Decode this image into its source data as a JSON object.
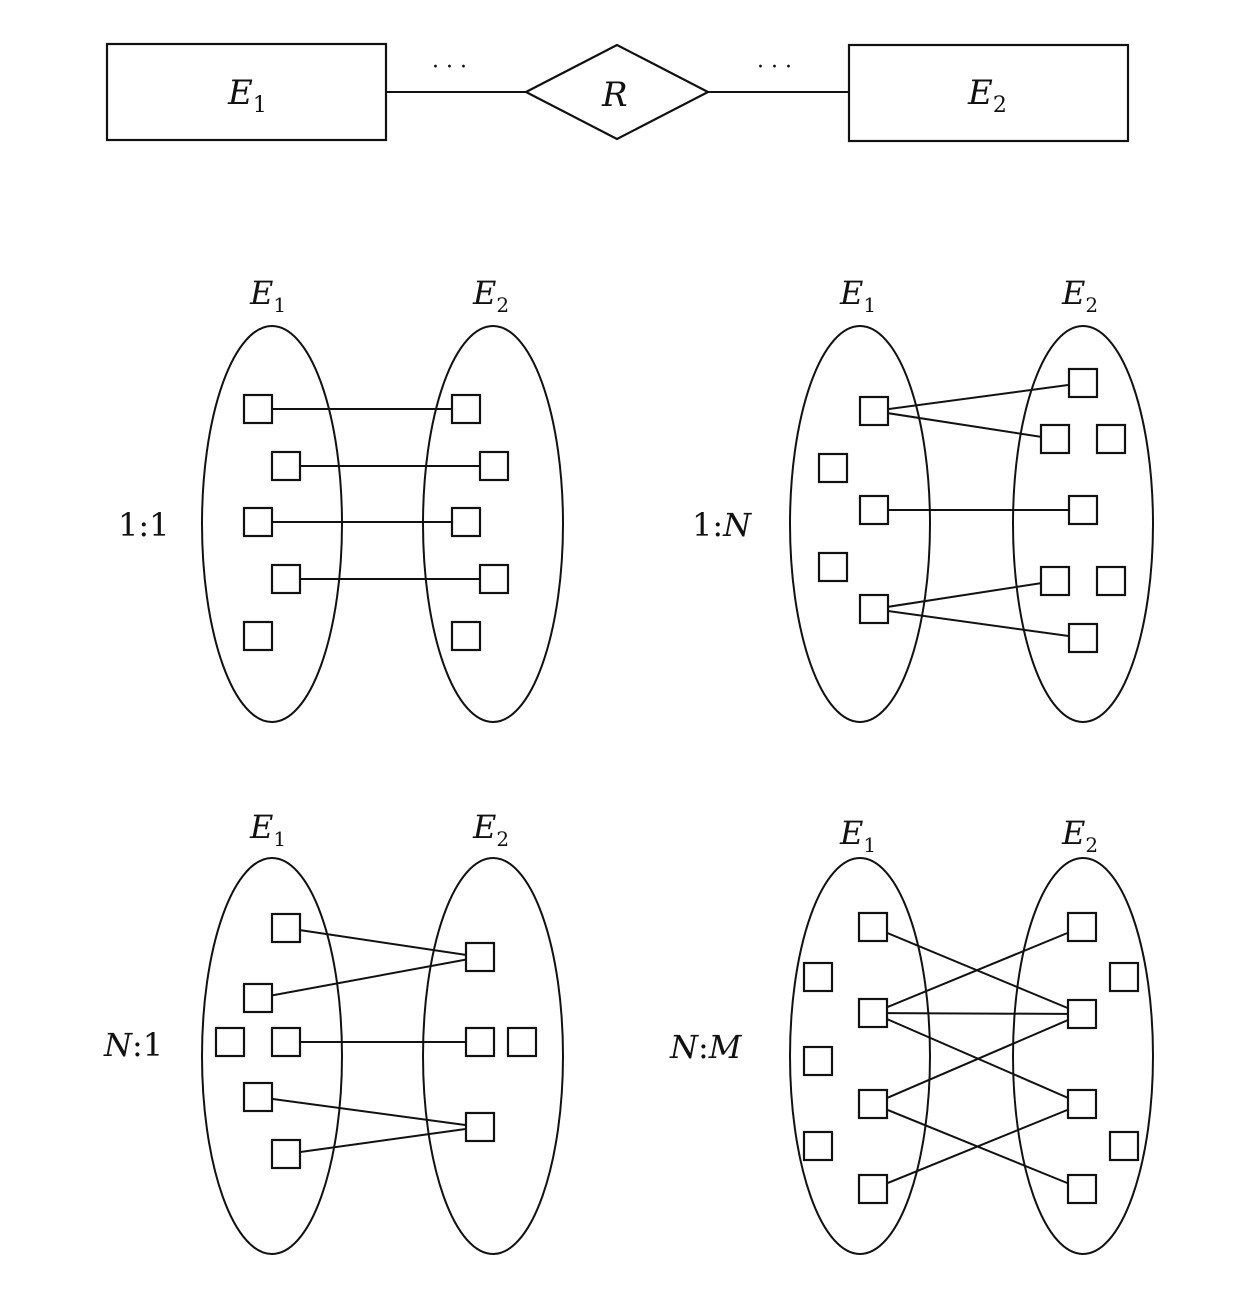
{
  "er": {
    "entity_left": "E",
    "entity_left_sub": "1",
    "entity_right": "E",
    "entity_right_sub": "2",
    "relationship": "R",
    "ellipsis": "· · ·"
  },
  "panels": {
    "p11": {
      "e1": "E",
      "e1_sub": "1",
      "e2": "E",
      "e2_sub": "2",
      "ratio_a": "1",
      "ratio_sep": ":",
      "ratio_b": "1"
    },
    "p1n": {
      "e1": "E",
      "e1_sub": "1",
      "e2": "E",
      "e2_sub": "2",
      "ratio_a": "1",
      "ratio_sep": ":",
      "ratio_b": "N"
    },
    "pn1": {
      "e1": "E",
      "e1_sub": "1",
      "e2": "E",
      "e2_sub": "2",
      "ratio_a": "N",
      "ratio_sep": ":",
      "ratio_b": "1"
    },
    "pnm": {
      "e1": "E",
      "e1_sub": "1",
      "e2": "E",
      "e2_sub": "2",
      "ratio_a": "N",
      "ratio_sep": ":",
      "ratio_b": "M"
    }
  }
}
